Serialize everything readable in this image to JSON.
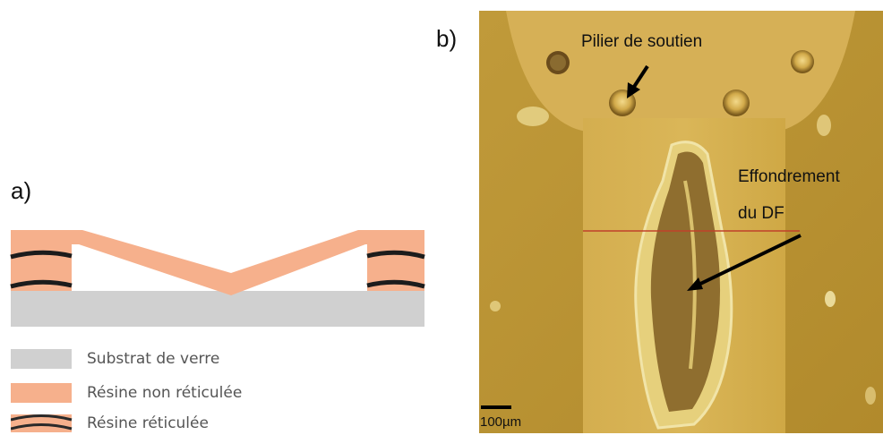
{
  "panel_a": {
    "label": "a)",
    "legend": [
      {
        "text": "Substrat de verre",
        "color": "#d0d0d0",
        "icon": "solid-swatch"
      },
      {
        "text": "Résine non réticulée",
        "color": "#f6b08c",
        "icon": "solid-swatch"
      },
      {
        "text": "Résine réticulée",
        "color": "#2a2a2a",
        "icon": "wavy-lines-swatch"
      }
    ],
    "colors": {
      "substrate": "#d0d0d0",
      "resin_uncured": "#f6b08c",
      "resin_cured": "#1c1c1c"
    }
  },
  "panel_b": {
    "label": "b)",
    "callout_pillar": "Pilier de soutien",
    "callout_collapse_line1": "Effondrement",
    "callout_collapse_line2": "du DF",
    "scale_bar": "100µm",
    "colors": {
      "background_gold": "#b8922e",
      "channel_gold": "#cfa845",
      "collapse_region": "#8f6e2f",
      "measure_line": "#c0412a"
    }
  }
}
